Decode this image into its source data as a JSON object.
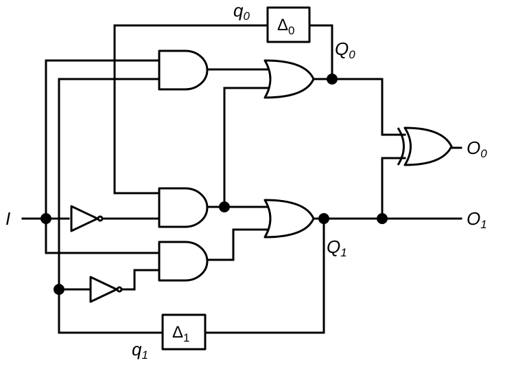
{
  "labels": {
    "input": "I",
    "q0": {
      "main": "q",
      "sub": "0"
    },
    "q1": {
      "main": "q",
      "sub": "1"
    },
    "Q0": {
      "main": "Q",
      "sub": "0"
    },
    "Q1": {
      "main": "Q",
      "sub": "1"
    },
    "O0": {
      "main": "O",
      "sub": "0"
    },
    "O1": {
      "main": "O",
      "sub": "1"
    }
  },
  "delays": {
    "delta0": {
      "main": "Δ",
      "sub": "0"
    },
    "delta1": {
      "main": "Δ",
      "sub": "1"
    }
  }
}
